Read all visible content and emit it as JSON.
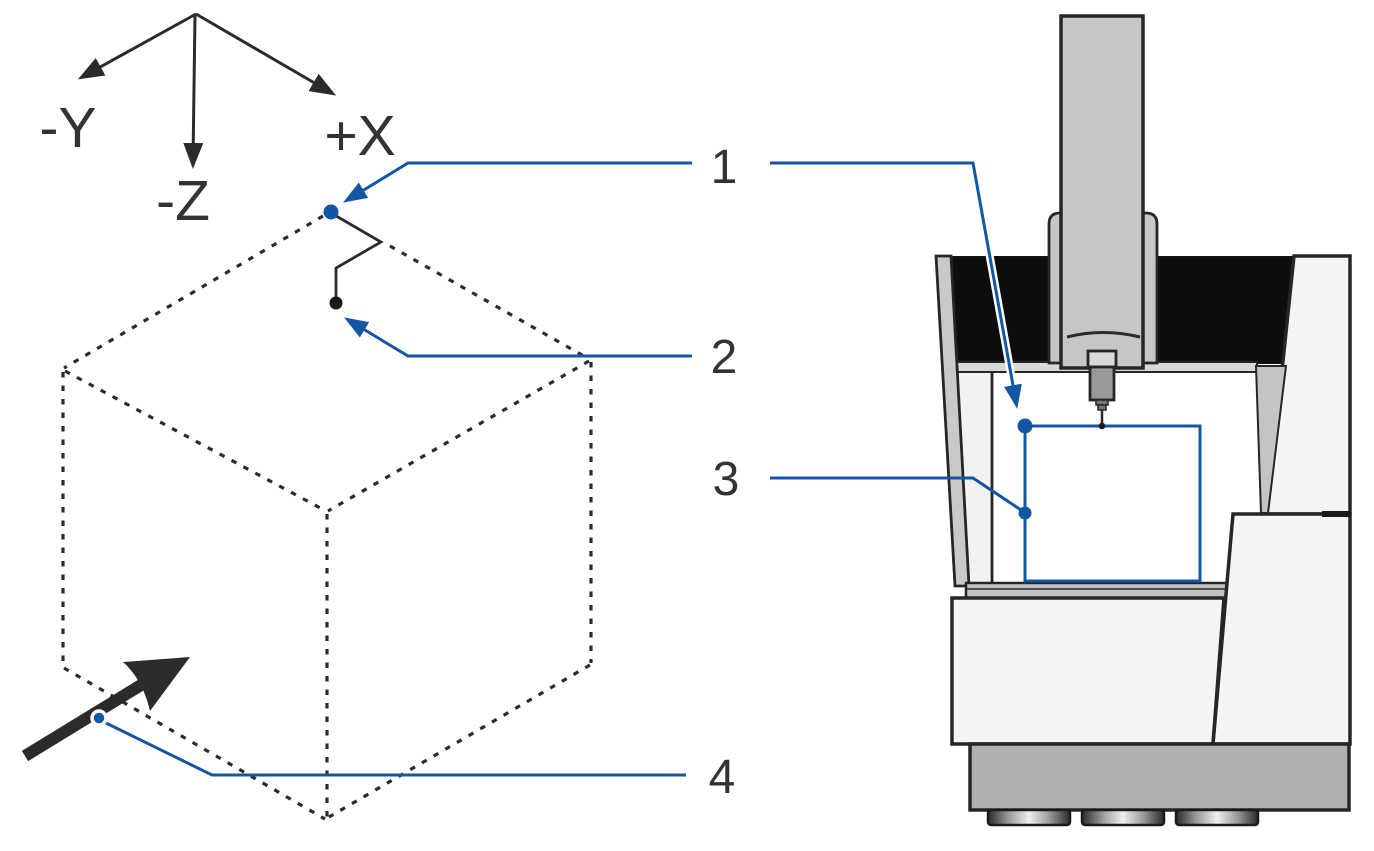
{
  "axis_indicator": {
    "labels": {
      "neg_y": "-Y",
      "neg_z": "-Z",
      "pos_x": "+X"
    }
  },
  "callouts": {
    "c1": "1",
    "c2": "2",
    "c3": "3",
    "c4": "4"
  },
  "icons": {
    "probing_direction_arrow": "thick-black-arrow-up-right",
    "leader_arrowhead": "filled-triangle",
    "callout_point": "filled-dot"
  },
  "colors": {
    "accent_blue": "#1157A5",
    "line_dark": "#2B2B2B",
    "label_text": "#333333",
    "machine_black": "#0D0D0D",
    "machine_light": "#F4F4F4",
    "machine_gray": "#C5C6C6",
    "machine_mid_gray": "#C9C9C9",
    "rail_gray": "#D9D9D9",
    "base_gray": "#B0B0B0",
    "probe_gray": "#999999",
    "table_gray": "#C2C2C2"
  }
}
